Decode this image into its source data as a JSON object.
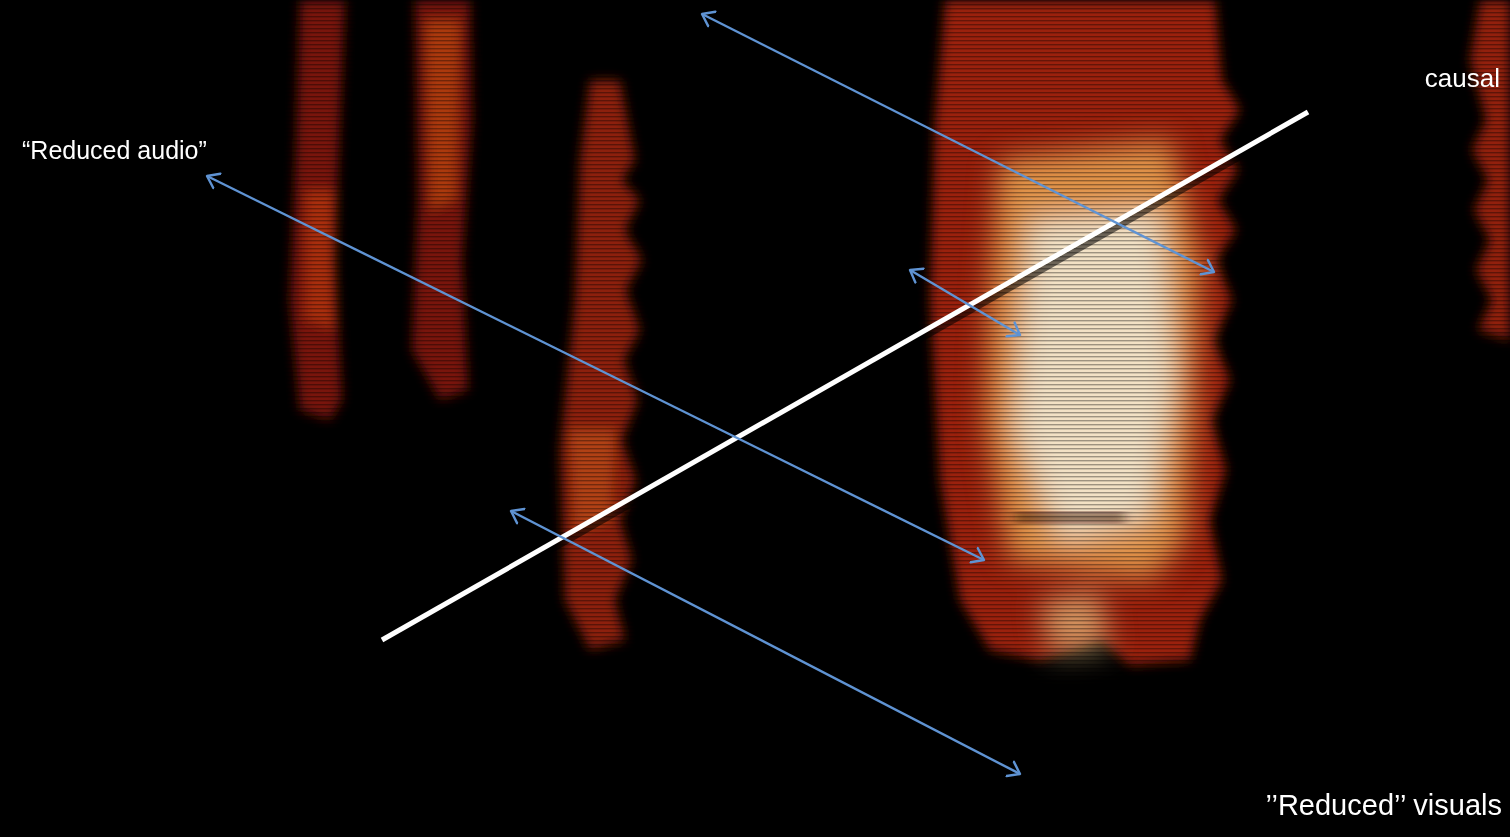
{
  "diagram": {
    "labels": [
      "causal",
      "“Reduced audio”",
      "’’Reduced’’ visuals"
    ]
  }
}
